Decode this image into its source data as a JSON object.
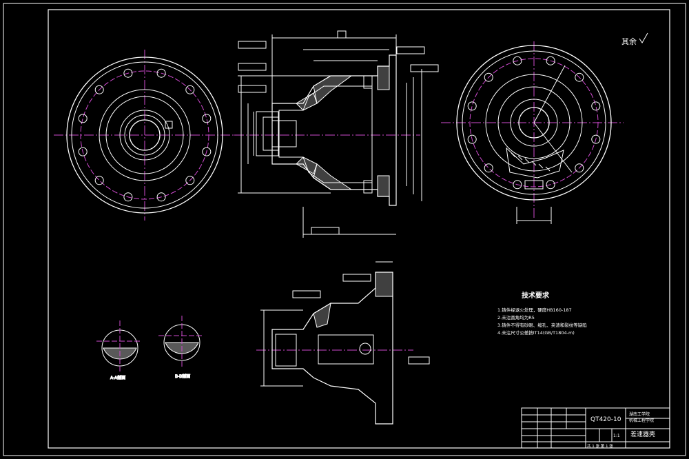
{
  "title_block": {
    "material": "QT420-10",
    "part_name": "差速器壳",
    "ratio": "1:1",
    "sheet": "共 1 张  第 1 张",
    "school_1": "湖南工学院",
    "school_2": "机械工程学院"
  },
  "roughness_note": "其余",
  "tech_requirements": {
    "heading": "技术要求",
    "items": [
      "1.铸件经退火处理，硬度HB160-187",
      "2.未注圆角均为R5",
      "3.铸件不得有砂眼、缩孔、夹渣和裂纹等缺陷",
      "4.未注尺寸公差按IT14(GB/T1804-m)"
    ]
  },
  "section_labels": {
    "left": "A-A剖面",
    "right": "B-B剖面"
  },
  "colors": {
    "line": "#ffffff",
    "center": "#d14bd1",
    "hatch": "#ffffff"
  }
}
